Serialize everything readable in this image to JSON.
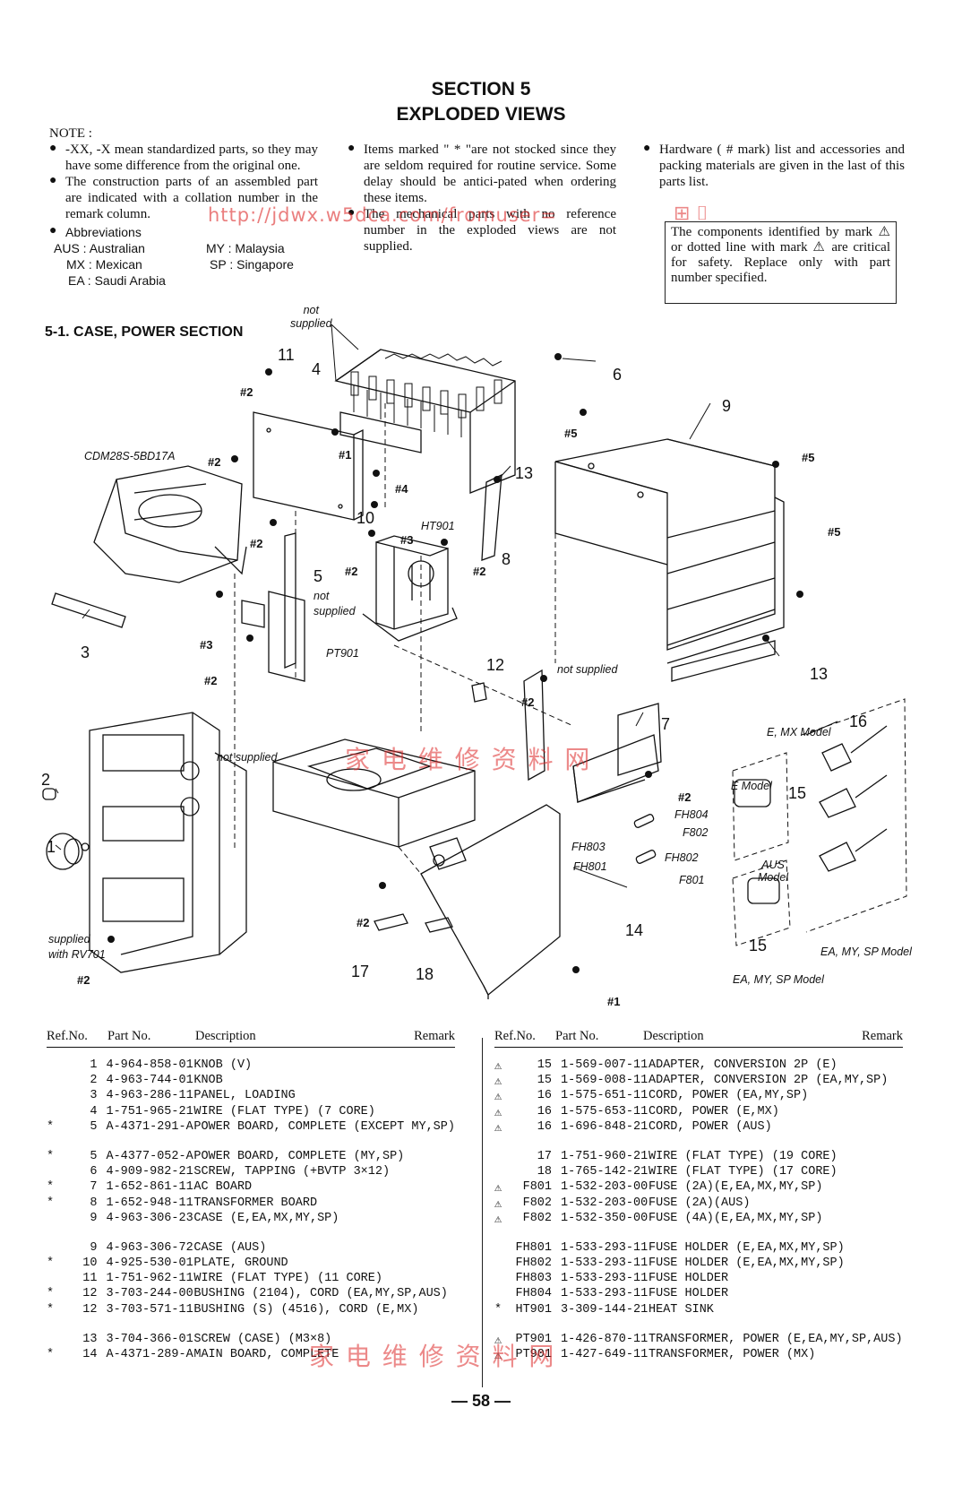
{
  "header": {
    "section": "SECTION 5",
    "title": "EXPLODED VIEWS"
  },
  "note": {
    "label": "NOTE :",
    "col1_p1": "-XX,  -X mean standardized parts, so they may have some difference from the original one.",
    "col1_p2": "The construction parts of an assembled part are indicated with a collation number in the remark column.",
    "col1_p3": "Abbreviations",
    "abbreviations": [
      {
        "code": "AUS",
        "name": "Australian"
      },
      {
        "code": "MY",
        "name": "Malaysia"
      },
      {
        "code": "MX",
        "name": "Mexican"
      },
      {
        "code": "SP",
        "name": "Singapore"
      },
      {
        "code": "EA",
        "name": "Saudi Arabia"
      }
    ],
    "col2_p1": "Items marked \" * \"are not stocked since they are seldom required for routine service. Some delay should be antici-pated when ordering these items.",
    "col2_p2": "The mechanical parts with no reference number in the exploded views are not supplied.",
    "col3_p1": "Hardware ( # mark) list and accessories and packing materials are given in the last of this parts list.",
    "safety": "The components identified by mark ⚠ or dotted line with mark ⚠ are critical for safety. Replace only with part number specified."
  },
  "diagram": {
    "subsection": "5-1.  CASE, POWER SECTION",
    "labels": {
      "not_supplied": "not supplied",
      "not": "not",
      "supplied": "supplied",
      "cdm": "CDM28S-5BD17A",
      "ht901": "HT901",
      "pt901": "PT901",
      "fh804": "FH804",
      "f802a": "F802",
      "fh803": "FH803",
      "fh802": "FH802",
      "fh801": "FH801",
      "f801": "F801",
      "supplied_with": "supplied",
      "with_rv": "with RV701",
      "e_model": "E Model",
      "e_mx_model": "E, MX Model",
      "aus": "AUS",
      "model": "Model",
      "ea_my_sp_a": "EA, MY, SP Model",
      "ea_my_sp_b": "EA, MY, SP Model"
    },
    "screws": {
      "s1": "#1",
      "s2": "#2",
      "s3": "#3",
      "s4": "#4",
      "s5": "#5"
    },
    "callouts": [
      "1",
      "2",
      "3",
      "4",
      "5",
      "6",
      "7",
      "8",
      "9",
      "10",
      "11",
      "12",
      "13",
      "14",
      "15",
      "16",
      "17",
      "18"
    ]
  },
  "table": {
    "headers": {
      "ref": "Ref.No.",
      "part": "Part No.",
      "desc": "Description",
      "remark": "Remark"
    },
    "left": [
      {
        "mark": "",
        "ref": "1",
        "part": "4-964-858-01",
        "desc": "KNOB (V)"
      },
      {
        "mark": "",
        "ref": "2",
        "part": "4-963-744-01",
        "desc": "KNOB"
      },
      {
        "mark": "",
        "ref": "3",
        "part": "4-963-286-11",
        "desc": "PANEL, LOADING"
      },
      {
        "mark": "",
        "ref": "4",
        "part": "1-751-965-21",
        "desc": "WIRE (FLAT TYPE) (7 CORE)"
      },
      {
        "mark": "*",
        "ref": "5",
        "part": "A-4371-291-A",
        "desc": "POWER BOARD, COMPLETE (EXCEPT MY,SP)"
      },
      {
        "gap": true
      },
      {
        "mark": "*",
        "ref": "5",
        "part": "A-4377-052-A",
        "desc": "POWER BOARD, COMPLETE (MY,SP)"
      },
      {
        "mark": "",
        "ref": "6",
        "part": "4-909-982-21",
        "desc": "SCREW, TAPPING (+BVTP 3×12)"
      },
      {
        "mark": "*",
        "ref": "7",
        "part": "1-652-861-11",
        "desc": "AC BOARD"
      },
      {
        "mark": "*",
        "ref": "8",
        "part": "1-652-948-11",
        "desc": "TRANSFORMER BOARD"
      },
      {
        "mark": "",
        "ref": "9",
        "part": "4-963-306-23",
        "desc": "CASE (E,EA,MX,MY,SP)"
      },
      {
        "gap": true
      },
      {
        "mark": "",
        "ref": "9",
        "part": "4-963-306-72",
        "desc": "CASE (AUS)"
      },
      {
        "mark": "*",
        "ref": "10",
        "part": "4-925-530-01",
        "desc": "PLATE, GROUND"
      },
      {
        "mark": "",
        "ref": "11",
        "part": "1-751-962-11",
        "desc": "WIRE (FLAT TYPE) (11 CORE)"
      },
      {
        "mark": "*",
        "ref": "12",
        "part": "3-703-244-00",
        "desc": "BUSHING (2104), CORD (EA,MY,SP,AUS)"
      },
      {
        "mark": "*",
        "ref": "12",
        "part": "3-703-571-11",
        "desc": "BUSHING (S) (4516), CORD (E,MX)"
      },
      {
        "gap": true
      },
      {
        "mark": "",
        "ref": "13",
        "part": "3-704-366-01",
        "desc": "SCREW (CASE) (M3×8)"
      },
      {
        "mark": "*",
        "ref": "14",
        "part": "A-4371-289-A",
        "desc": "MAIN BOARD, COMPLETE"
      }
    ],
    "right": [
      {
        "mark": "⚠",
        "ref": "15",
        "part": "1-569-007-11",
        "desc": "ADAPTER, CONVERSION 2P (E)"
      },
      {
        "mark": "⚠",
        "ref": "15",
        "part": "1-569-008-11",
        "desc": "ADAPTER, CONVERSION 2P (EA,MY,SP)"
      },
      {
        "mark": "⚠",
        "ref": "16",
        "part": "1-575-651-11",
        "desc": "CORD, POWER (EA,MY,SP)"
      },
      {
        "mark": "⚠",
        "ref": "16",
        "part": "1-575-653-11",
        "desc": "CORD, POWER (E,MX)"
      },
      {
        "mark": "⚠",
        "ref": "16",
        "part": "1-696-848-21",
        "desc": "CORD, POWER (AUS)"
      },
      {
        "gap": true
      },
      {
        "mark": "",
        "ref": "17",
        "part": "1-751-960-21",
        "desc": "WIRE (FLAT TYPE) (19 CORE)"
      },
      {
        "mark": "",
        "ref": "18",
        "part": "1-765-142-21",
        "desc": "WIRE (FLAT TYPE) (17 CORE)"
      },
      {
        "mark": "⚠",
        "ref": "F801",
        "part": "1-532-203-00",
        "desc": "FUSE (2A)(E,EA,MX,MY,SP)"
      },
      {
        "mark": "⚠",
        "ref": "F802",
        "part": "1-532-203-00",
        "desc": "FUSE (2A)(AUS)"
      },
      {
        "mark": "⚠",
        "ref": "F802",
        "part": "1-532-350-00",
        "desc": "FUSE (4A)(E,EA,MX,MY,SP)"
      },
      {
        "gap": true
      },
      {
        "mark": "",
        "ref": "FH801",
        "part": "1-533-293-11",
        "desc": "FUSE HOLDER (E,EA,MX,MY,SP)"
      },
      {
        "mark": "",
        "ref": "FH802",
        "part": "1-533-293-11",
        "desc": "FUSE HOLDER (E,EA,MX,MY,SP)"
      },
      {
        "mark": "",
        "ref": "FH803",
        "part": "1-533-293-11",
        "desc": "FUSE HOLDER"
      },
      {
        "mark": "",
        "ref": "FH804",
        "part": "1-533-293-11",
        "desc": "FUSE HOLDER"
      },
      {
        "mark": "*",
        "ref": "HT901",
        "part": "3-309-144-21",
        "desc": "HEAT SINK"
      },
      {
        "gap": true
      },
      {
        "mark": "⚠",
        "ref": "PT901",
        "part": "1-426-870-11",
        "desc": "TRANSFORMER, POWER (E,EA,MY,SP,AUS)"
      },
      {
        "mark": "⚠",
        "ref": "PT901",
        "part": "1-427-649-11",
        "desc": "TRANSFORMER, POWER (MX)"
      }
    ]
  },
  "footer": {
    "page": "— 58 —"
  },
  "watermarks": {
    "url": "http://jdwx.w5dca.com/fromuser=",
    "cn1": "家 电 维 修 资 料 网",
    "cn2": "家 电 维 修 资 料 网"
  }
}
